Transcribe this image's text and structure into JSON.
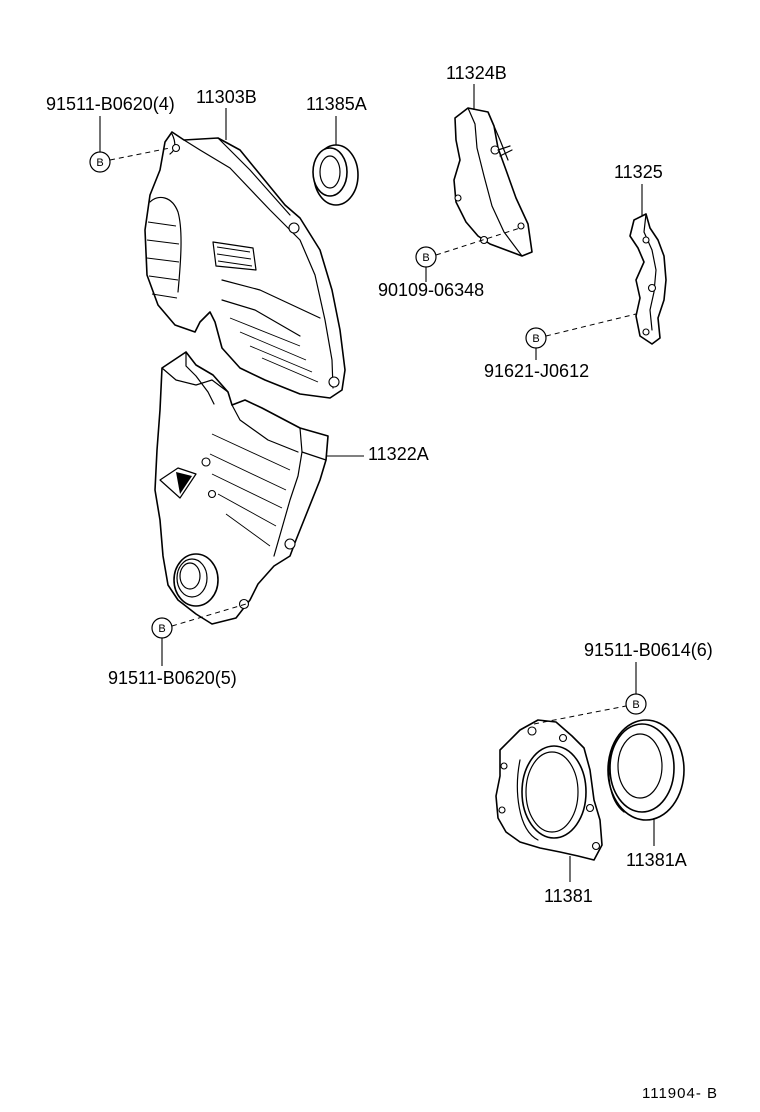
{
  "parts": {
    "upper_cover": "11303B",
    "upper_bolt": "91511-B0620(4)",
    "cam_seal": "11385A",
    "bracket_upper": "11324B",
    "bracket_bolt": "90109-06348",
    "bracket_small": "11325",
    "bracket_small_bolt": "91621-J0612",
    "lower_cover": "11322A",
    "lower_bolt": "91511-B0620(5)",
    "retainer_bolt": "91511-B0614(6)",
    "retainer": "11381",
    "rear_seal": "11381A"
  },
  "bolt_marker": "B",
  "diagram_ref": "111904- B"
}
